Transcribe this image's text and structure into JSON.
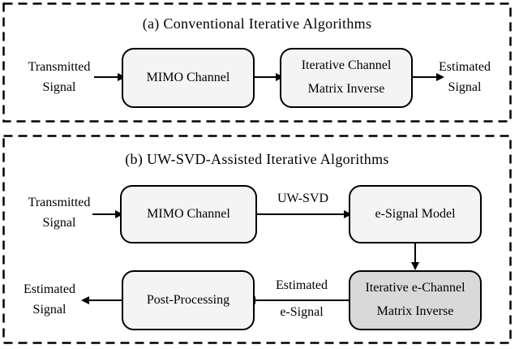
{
  "colors": {
    "background": "#ffffff",
    "box_fill": "#f4f4f4",
    "highlight_fill": "#d9d9d9",
    "line": "#000000"
  },
  "panel_a": {
    "title": "(a) Conventional Iterative Algorithms",
    "input_label": "Transmitted\nSignal",
    "mimo_box": "MIMO Channel",
    "inverse_box": "Iterative Channel\nMatrix Inverse",
    "output_label": "Estimated\nSignal"
  },
  "panel_b": {
    "title": "(b) UW-SVD-Assisted Iterative Algorithms",
    "input_label": "Transmitted\nSignal",
    "mimo_box": "MIMO Channel",
    "uwsvd_label": "UW-SVD",
    "esignal_box": "e-Signal Model",
    "einverse_box": "Iterative e-Channel\nMatrix Inverse",
    "arrow_label_top": "Estimated",
    "arrow_label_bottom": "e-Signal",
    "post_box": "Post-Processing",
    "output_label": "Estimated\nSignal"
  }
}
